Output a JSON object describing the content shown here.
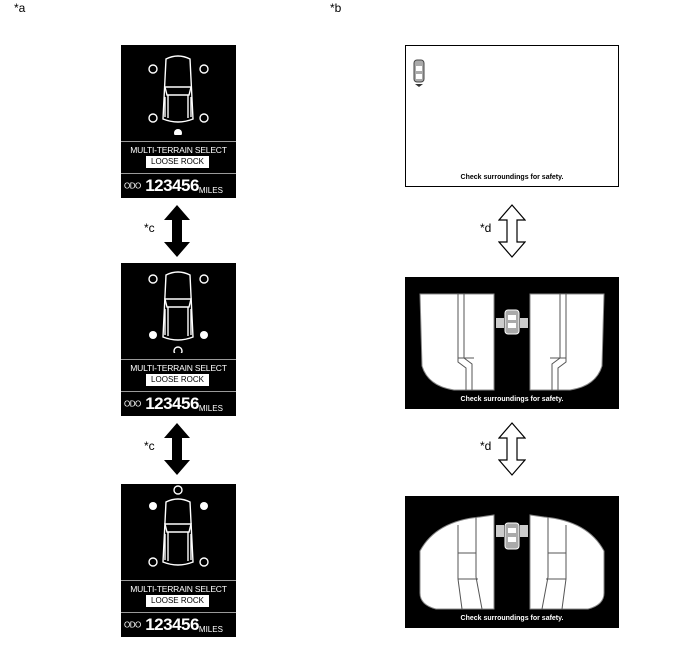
{
  "labels": {
    "a": "*a",
    "b": "*b",
    "c": "*c",
    "d": "*d"
  },
  "meter": {
    "title": "MULTI-TERRAIN SELECT",
    "mode": "LOOSE ROCK",
    "odo_label": "ODO",
    "odo_value": "123456",
    "odo_unit": "MILES"
  },
  "monitor": {
    "caption": "Check surroundings for safety."
  }
}
